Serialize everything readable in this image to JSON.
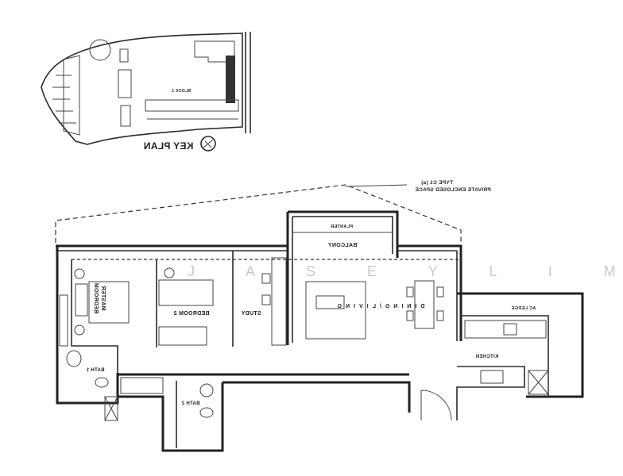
{
  "key_plan": {
    "title": "KEY PLAN",
    "block_label": "BLOCK 1"
  },
  "unit_type": {
    "line1": "TYPE C1 (a)",
    "line2": "PRIVATE ENCLOSED SPACE"
  },
  "rooms": {
    "planter": "PLANTER",
    "balcony": "BALCONY",
    "master_bedroom_1": "MASTER",
    "master_bedroom_2": "BEDROOM",
    "bedroom2": "BEDROOM 2",
    "study": "STUDY",
    "dining_living": "DINING/LIVING",
    "ac_ledge": "AC LEDGE",
    "kitchen": "KITCHEN",
    "bath1": "BATH 1",
    "bath2": "BATH 2"
  },
  "watermark": "J A S E Y L I M",
  "mirrored": true
}
